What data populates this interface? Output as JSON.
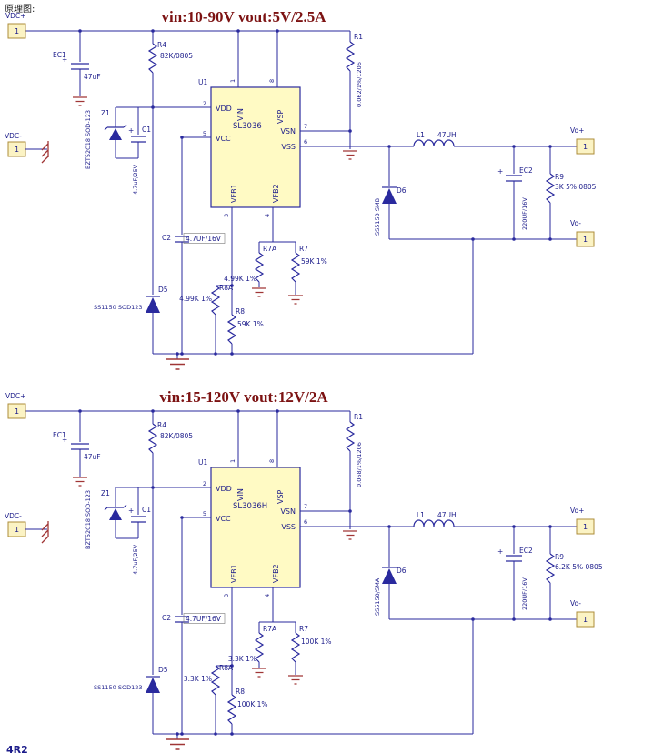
{
  "page": {
    "header": "原理图:",
    "partial_text": "4R2"
  },
  "c1": {
    "title": "vin:10-90V vout:5V/2.5A",
    "terminals": {
      "vdc_plus": "VDC+",
      "vdc_minus": "VDC-",
      "vo_plus": "Vo+",
      "vo_minus": "Vo-",
      "pin": "1"
    },
    "ec1": {
      "ref": "EC1",
      "value": "47uF",
      "plus": "+"
    },
    "r4": {
      "ref": "R4",
      "value": "82K/0805"
    },
    "u1": {
      "ref": "U1",
      "part": "SL3036",
      "pins": {
        "vin": "VIN",
        "vdd": "VDD",
        "vcc": "VCC",
        "vfb1": "VFB1",
        "vsp": "VSP",
        "vsn": "VSN",
        "vss": "VSS",
        "vfb2": "VFB2"
      },
      "nums": {
        "p1": "1",
        "p2": "2",
        "p3": "3",
        "p4": "4",
        "p5": "5",
        "p6": "6",
        "p7": "7",
        "p8": "8"
      }
    },
    "r1": {
      "ref": "R1",
      "value": "0.062/1%/1206"
    },
    "z1": {
      "ref": "Z1",
      "value": "BZT52C18 SOD-123"
    },
    "c1cap": {
      "ref": "C1",
      "value": "4.7uF/25V",
      "plus": "+"
    },
    "c2cap": {
      "ref": "C2",
      "value": "4.7UF/16V"
    },
    "d5": {
      "ref": "D5",
      "value": "SS1150 SOD123"
    },
    "d6": {
      "ref": "D6",
      "value": "SS5150 SMB"
    },
    "l1": {
      "ref": "L1",
      "value": "47UH"
    },
    "ec2": {
      "ref": "EC2",
      "value": "220UF/16V",
      "plus": "+"
    },
    "r9": {
      "ref": "R9",
      "value": "3K 5% 0805"
    },
    "r7a": {
      "ref": "R7A",
      "value": "4.99K 1%"
    },
    "r7": {
      "ref": "R7",
      "value": "59K 1%"
    },
    "r8a": {
      "ref": "R8A",
      "value": "4.99K 1%"
    },
    "r8": {
      "ref": "R8",
      "value": "59K 1%"
    }
  },
  "c2": {
    "title": "vin:15-120V vout:12V/2A",
    "terminals": {
      "vdc_plus": "VDC+",
      "vdc_minus": "VDC-",
      "vo_plus": "Vo+",
      "vo_minus": "Vo-",
      "pin": "1"
    },
    "ec1": {
      "ref": "EC1",
      "value": "47uF",
      "plus": "+"
    },
    "r4": {
      "ref": "R4",
      "value": "82K/0805"
    },
    "u1": {
      "ref": "U1",
      "part": "SL3036H",
      "pins": {
        "vin": "VIN",
        "vdd": "VDD",
        "vcc": "VCC",
        "vfb1": "VFB1",
        "vsp": "VSP",
        "vsn": "VSN",
        "vss": "VSS",
        "vfb2": "VFB2"
      },
      "nums": {
        "p1": "1",
        "p2": "2",
        "p3": "3",
        "p4": "4",
        "p5": "5",
        "p6": "6",
        "p7": "7",
        "p8": "8"
      }
    },
    "r1": {
      "ref": "R1",
      "value": "0.068/1%/1206"
    },
    "z1": {
      "ref": "Z1",
      "value": "BZT52C18 SOD-123"
    },
    "c1cap": {
      "ref": "C1",
      "value": "4.7uF/25V",
      "plus": "+"
    },
    "c2cap": {
      "ref": "C2",
      "value": "4.7UF/16V"
    },
    "d5": {
      "ref": "D5",
      "value": "SS1150 SOD123"
    },
    "d6": {
      "ref": "D6",
      "value": "SS5150/SMA"
    },
    "l1": {
      "ref": "L1",
      "value": "47UH"
    },
    "ec2": {
      "ref": "EC2",
      "value": "220UF/16V",
      "plus": "+"
    },
    "r9": {
      "ref": "R9",
      "value": "6.2K 5% 0805"
    },
    "r7a": {
      "ref": "R7A",
      "value": "3.3K 1%"
    },
    "r7": {
      "ref": "R7",
      "value": "100K 1%"
    },
    "r8a": {
      "ref": "R8A",
      "value": "3.3K 1%"
    },
    "r8": {
      "ref": "R8",
      "value": "100K 1%"
    }
  }
}
